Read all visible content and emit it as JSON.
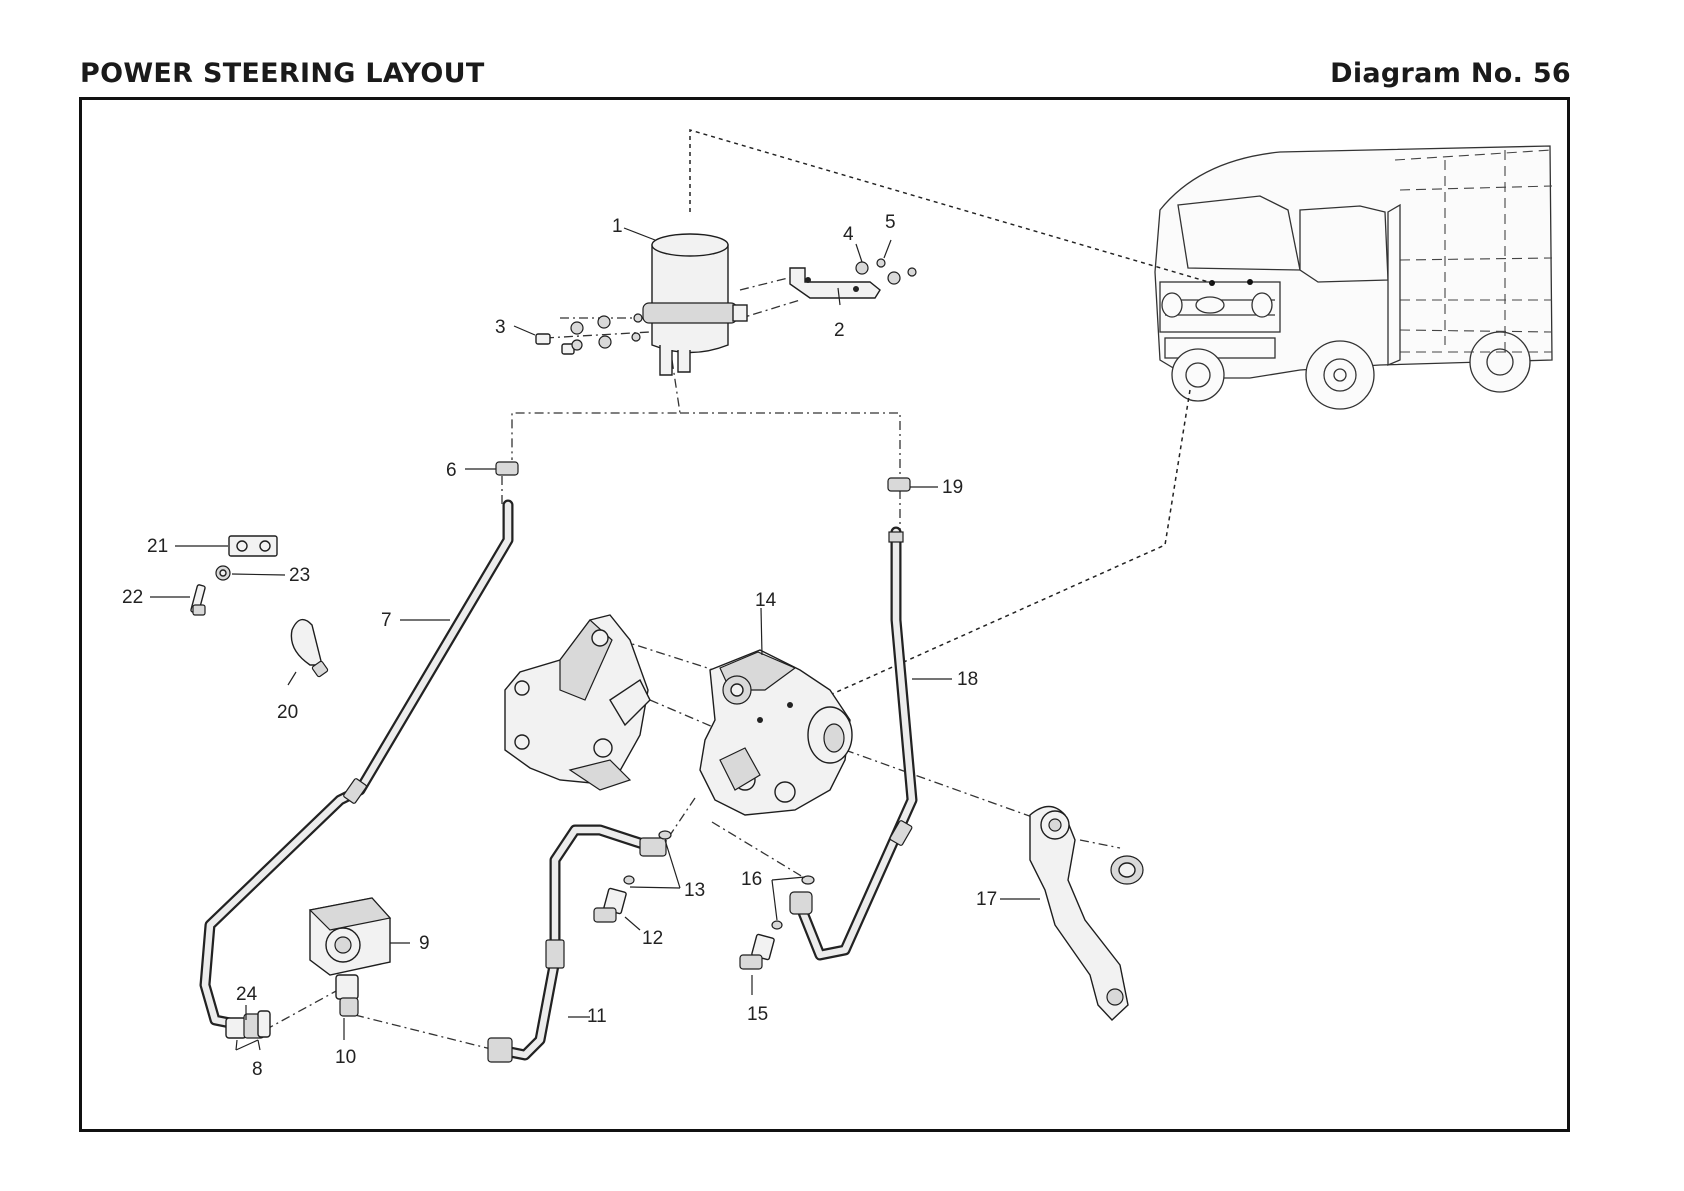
{
  "header": {
    "title": "POWER STEERING LAYOUT",
    "diagram_number": "Diagram No. 56"
  },
  "callouts": {
    "c1": "1",
    "c2": "2",
    "c3": "3",
    "c4": "4",
    "c5": "5",
    "c6": "6",
    "c7": "7",
    "c8": "8",
    "c9": "9",
    "c10": "10",
    "c11": "11",
    "c12": "12",
    "c13": "13",
    "c14": "14",
    "c15": "15",
    "c16": "16",
    "c17": "17",
    "c18": "18",
    "c19": "19",
    "c20": "20",
    "c21": "21",
    "c22": "22",
    "c23": "23",
    "c24": "24"
  }
}
